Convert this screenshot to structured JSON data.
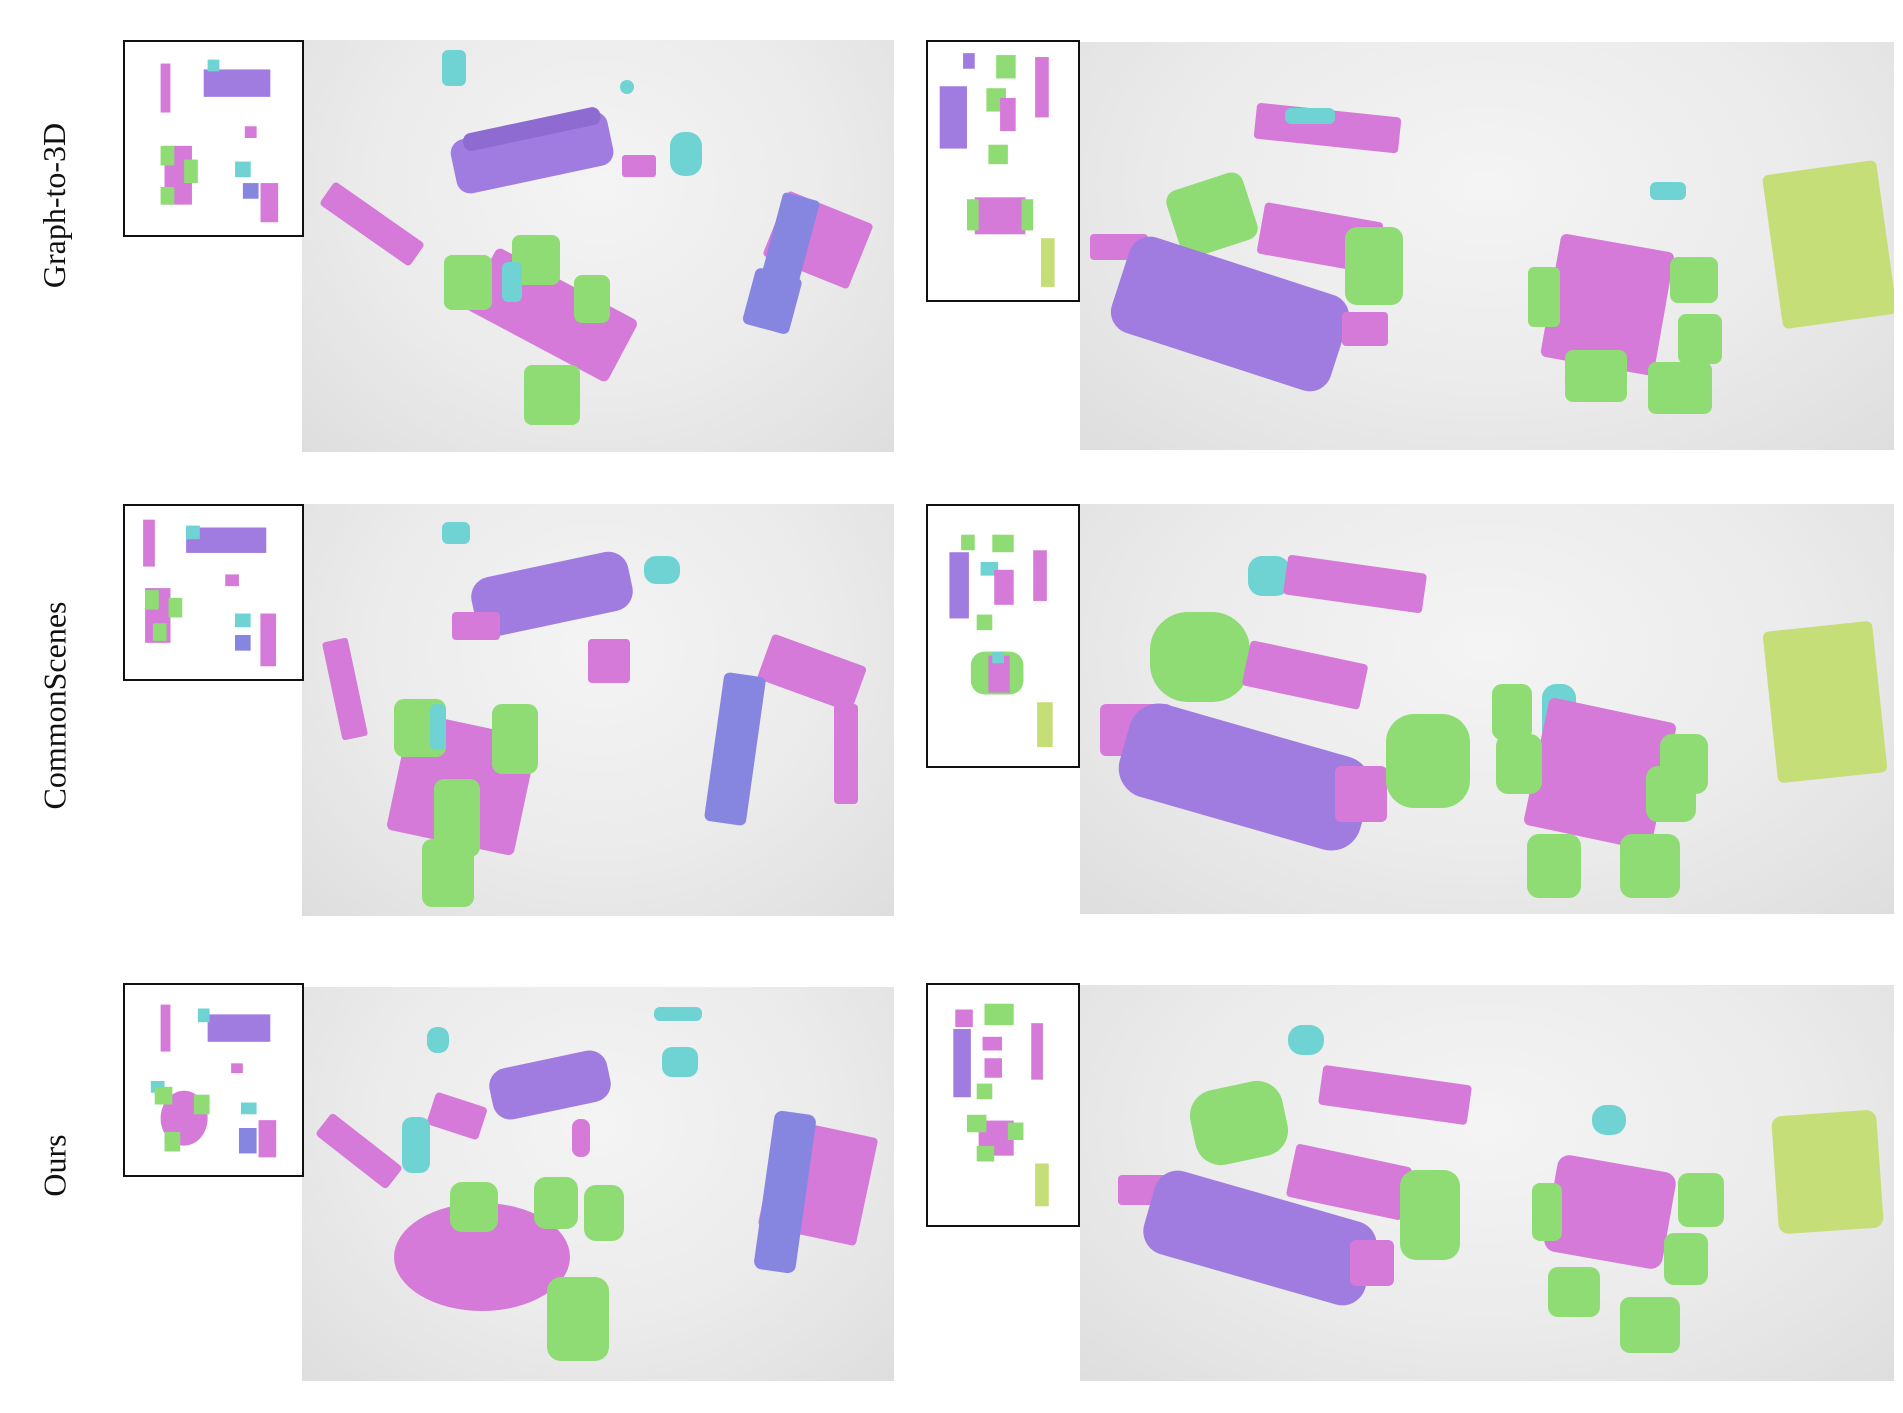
{
  "rows": [
    {
      "label": "Graph-to-3D"
    },
    {
      "label": "CommonScenes"
    },
    {
      "label": "Ours"
    }
  ],
  "colors": {
    "sofa": "#a07ce0",
    "table": "#d57ad8",
    "chair": "#8fdc74",
    "lamp": "#6fd3d3",
    "wardrobe": "#8686e0",
    "bed": "#c6de78"
  },
  "icons": [
    "sofa-icon",
    "table-icon",
    "chair-icon",
    "lamp-icon",
    "wardrobe-icon",
    "bed-icon"
  ]
}
